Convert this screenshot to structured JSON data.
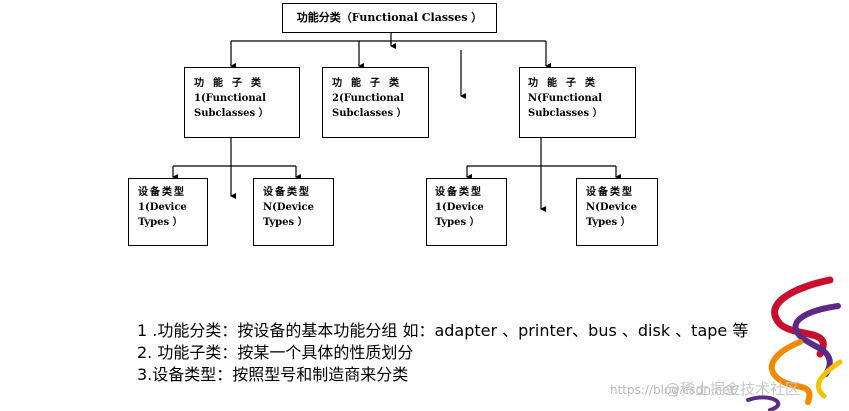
{
  "diagram": {
    "top": "功能分类（Functional Classes ）",
    "sub1": [
      "功能子类",
      "1(Functional",
      "Subclasses ）"
    ],
    "sub2": [
      "功能子类",
      "2(Functional",
      "Subclasses ）"
    ],
    "subn": [
      "功能子类",
      "N(Functional",
      "Subclasses ）"
    ],
    "dev1": [
      "设备类型",
      "1(Device",
      "Types ）"
    ],
    "dev2": [
      "设备类型",
      "N(Device",
      "Types ）"
    ],
    "dev3": [
      "设备类型",
      "1(Device",
      "Types ）"
    ],
    "dev4": [
      "设备类型",
      "N(Device",
      "Types ）"
    ]
  },
  "notes": [
    "1 .功能分类：按设备的基本功能分组 如：adapter 、printer、bus 、disk 、tape 等",
    "2. 功能子类：按某一个具体的性质划分",
    "3.设备类型：按照型号和制造商来分类"
  ],
  "watermark": {
    "url": "https://blog.csdn.net/",
    "site": "@稀土掘金技术社区"
  },
  "colors": {
    "logo_red": "#c8102e",
    "logo_purple": "#5b2a86",
    "logo_orange": "#f08a00",
    "logo_yellow": "#f4c300"
  }
}
